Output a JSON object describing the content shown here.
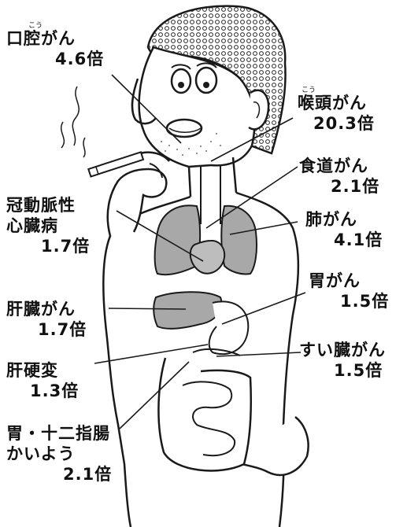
{
  "furigana": {
    "mouth": "こう",
    "larynx": "こう"
  },
  "diseases": [
    {
      "id": "oral-cancer",
      "name": "口腔がん",
      "ratio": "4.6倍"
    },
    {
      "id": "larynx-cancer",
      "name": "喉頭がん",
      "ratio": "20.3倍"
    },
    {
      "id": "esophagus-cancer",
      "name": "食道がん",
      "ratio": "2.1倍"
    },
    {
      "id": "coronary-heart-disease",
      "name_line1": "冠動脈性",
      "name_line2": "心臓病",
      "ratio": "1.7倍"
    },
    {
      "id": "lung-cancer",
      "name": "肺がん",
      "ratio": "4.1倍"
    },
    {
      "id": "stomach-cancer",
      "name": "胃がん",
      "ratio": "1.5倍"
    },
    {
      "id": "liver-cancer",
      "name": "肝臓がん",
      "ratio": "1.7倍"
    },
    {
      "id": "pancreas-cancer",
      "name": "すい臓がん",
      "ratio": "1.5倍"
    },
    {
      "id": "cirrhosis",
      "name": "肝硬変",
      "ratio": "1.3倍"
    },
    {
      "id": "ulcer",
      "name_line1": "胃・十二指腸",
      "name_line2": "かいよう",
      "ratio": "2.1倍"
    }
  ],
  "colors": {
    "line": "#1a1a1a",
    "organ_fill": "#a8a8a8",
    "hair_fill": "#7a7a7a"
  }
}
